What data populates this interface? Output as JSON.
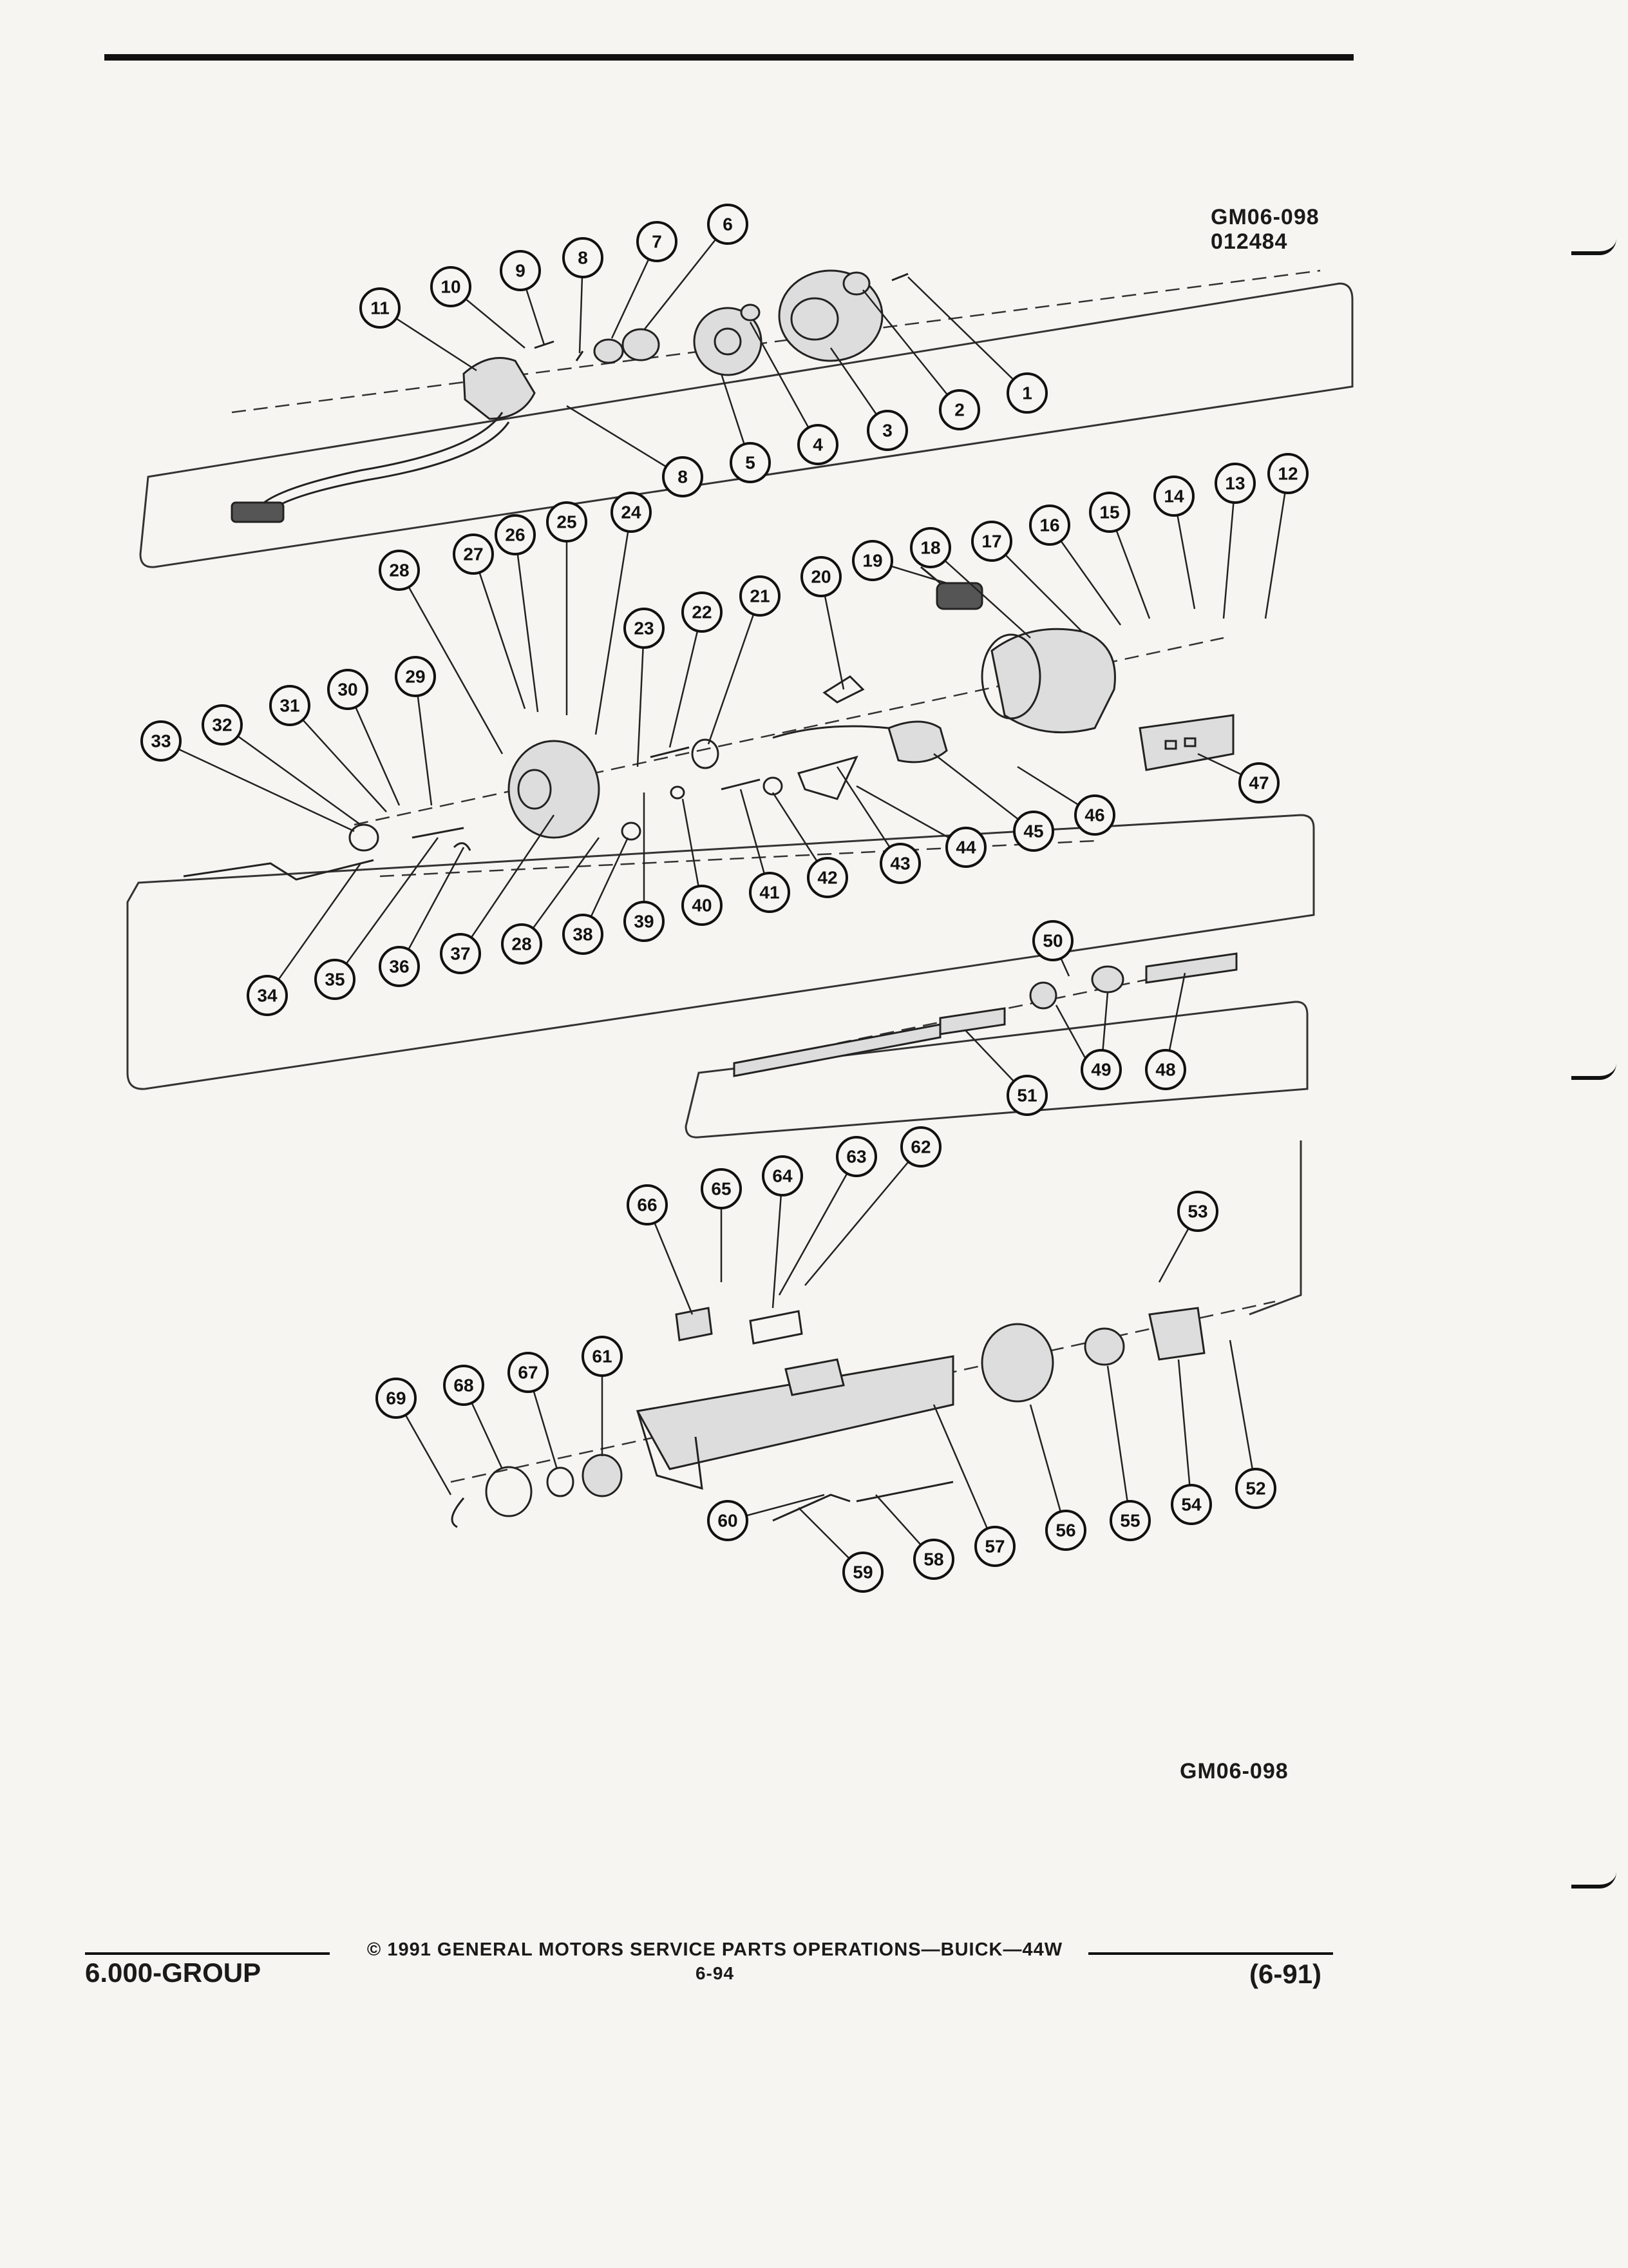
{
  "header": {
    "figure_id": "GM06-098",
    "figure_code": "012484"
  },
  "diagram": {
    "callouts": [
      {
        "n": "1"
      },
      {
        "n": "2"
      },
      {
        "n": "3"
      },
      {
        "n": "4"
      },
      {
        "n": "5"
      },
      {
        "n": "6"
      },
      {
        "n": "7"
      },
      {
        "n": "8"
      },
      {
        "n": "8"
      },
      {
        "n": "9"
      },
      {
        "n": "10"
      },
      {
        "n": "11"
      },
      {
        "n": "12"
      },
      {
        "n": "13"
      },
      {
        "n": "14"
      },
      {
        "n": "15"
      },
      {
        "n": "16"
      },
      {
        "n": "17"
      },
      {
        "n": "18"
      },
      {
        "n": "19"
      },
      {
        "n": "20"
      },
      {
        "n": "21"
      },
      {
        "n": "22"
      },
      {
        "n": "23"
      },
      {
        "n": "24"
      },
      {
        "n": "25"
      },
      {
        "n": "26"
      },
      {
        "n": "27"
      },
      {
        "n": "28"
      },
      {
        "n": "28"
      },
      {
        "n": "29"
      },
      {
        "n": "30"
      },
      {
        "n": "31"
      },
      {
        "n": "32"
      },
      {
        "n": "33"
      },
      {
        "n": "34"
      },
      {
        "n": "35"
      },
      {
        "n": "36"
      },
      {
        "n": "37"
      },
      {
        "n": "38"
      },
      {
        "n": "39"
      },
      {
        "n": "40"
      },
      {
        "n": "41"
      },
      {
        "n": "42"
      },
      {
        "n": "43"
      },
      {
        "n": "44"
      },
      {
        "n": "45"
      },
      {
        "n": "46"
      },
      {
        "n": "47"
      },
      {
        "n": "48"
      },
      {
        "n": "49"
      },
      {
        "n": "50"
      },
      {
        "n": "51"
      },
      {
        "n": "52"
      },
      {
        "n": "53"
      },
      {
        "n": "54"
      },
      {
        "n": "55"
      },
      {
        "n": "56"
      },
      {
        "n": "57"
      },
      {
        "n": "58"
      },
      {
        "n": "59"
      },
      {
        "n": "60"
      },
      {
        "n": "61"
      },
      {
        "n": "62"
      },
      {
        "n": "63"
      },
      {
        "n": "64"
      },
      {
        "n": "65"
      },
      {
        "n": "66"
      },
      {
        "n": "67"
      },
      {
        "n": "68"
      },
      {
        "n": "69"
      }
    ]
  },
  "bottom_figure_id": "GM06-098",
  "footer": {
    "group": "6.000-GROUP",
    "copyright": "© 1991 GENERAL MOTORS SERVICE PARTS OPERATIONS—BUICK—44W",
    "page": "6-94",
    "revision": "(6-91)"
  }
}
